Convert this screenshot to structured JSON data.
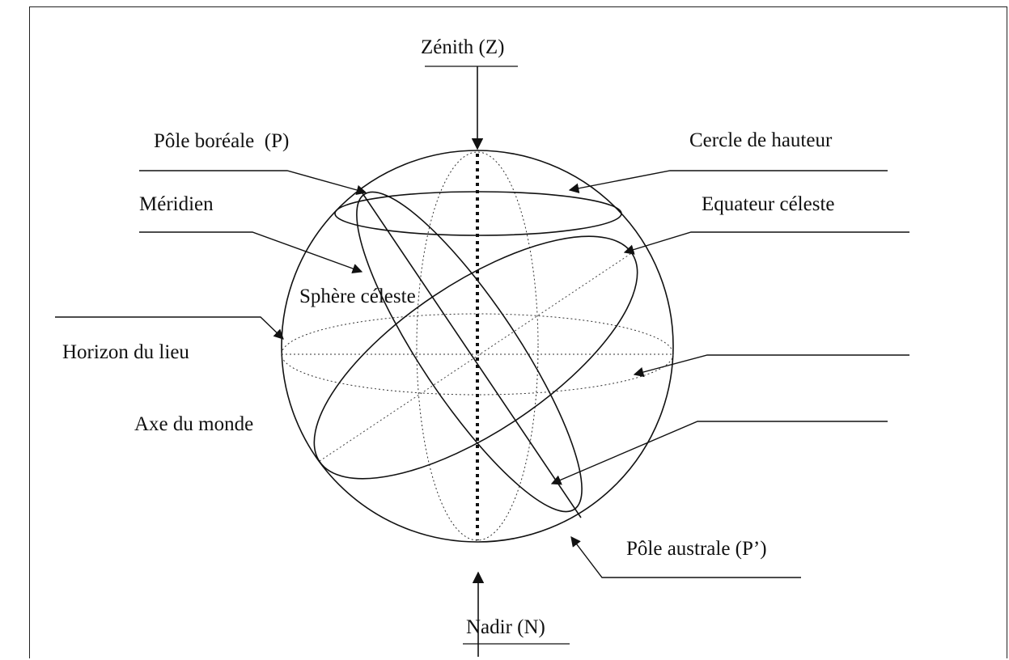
{
  "labels": {
    "zenith": "Zénith (Z)",
    "pole_boreale": "Pôle boréale  (P)",
    "meridien": "Méridien",
    "sphere_celeste": "Sphère céleste",
    "horizon": "Horizon du lieu",
    "axe_monde": "Axe du monde",
    "cercle_hauteur": "Cercle de hauteur",
    "equateur": "Equateur céleste",
    "pole_australe": "Pôle australe (P’)",
    "nadir": "Nadir (N)"
  }
}
